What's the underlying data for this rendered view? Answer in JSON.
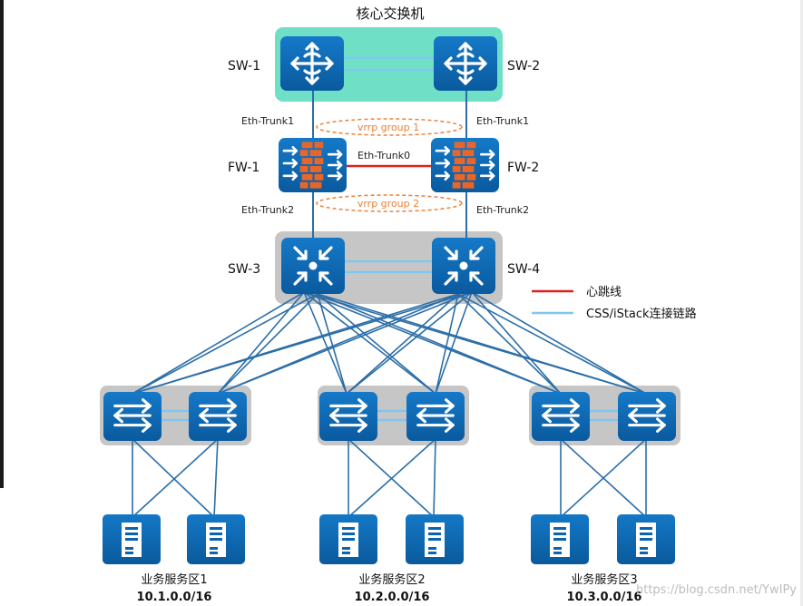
{
  "diagram": {
    "title": "核心交换机",
    "nodes": {
      "sw1": {
        "label": "SW-1",
        "icon": "router-icon"
      },
      "sw2": {
        "label": "SW-2",
        "icon": "router-icon"
      },
      "fw1": {
        "label": "FW-1",
        "icon": "firewall-icon"
      },
      "fw2": {
        "label": "FW-2",
        "icon": "firewall-icon"
      },
      "sw3": {
        "label": "SW-3",
        "icon": "core-switch-icon"
      },
      "sw4": {
        "label": "SW-4",
        "icon": "core-switch-icon"
      }
    },
    "links": {
      "eth_trunk1_left": "Eth-Trunk1",
      "eth_trunk1_right": "Eth-Trunk1",
      "eth_trunk2_left": "Eth-Trunk2",
      "eth_trunk2_right": "Eth-Trunk2",
      "eth_trunk0": "Eth-Trunk0"
    },
    "vrrp": {
      "group1": "vrrp group 1",
      "group2": "vrrp group 2"
    },
    "legend": {
      "heartbeat": "心跳线",
      "css_link": "CSS/iStack连接链路"
    },
    "zones": [
      {
        "name": "业务服务区1",
        "subnet": "10.1.0.0/16"
      },
      {
        "name": "业务服务区2",
        "subnet": "10.2.0.0/16"
      },
      {
        "name": "业务服务区3",
        "subnet": "10.3.0.0/16"
      }
    ],
    "watermark": "https://blog.csdn.net/YwIPy",
    "colors": {
      "device_fill": "#0a64b0",
      "link_blue": "#2b6ea8",
      "css_link": "#7fc7ec",
      "heartbeat": "#e02020",
      "core_group_bg": "#6fe0c6",
      "group_bg": "#c6c6c6",
      "vrrp_ellipse": "#e8823a",
      "firewall_brick": "#e8662a"
    }
  }
}
